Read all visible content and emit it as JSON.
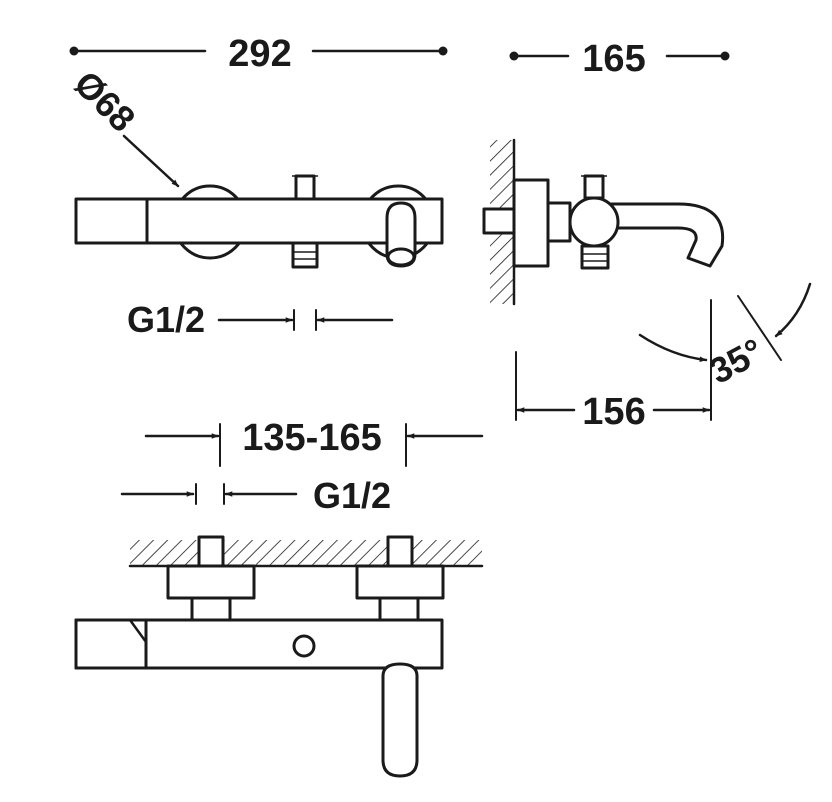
{
  "labels": {
    "width_total": "292",
    "depth_total": "165",
    "diameter": "Ø68",
    "thread_top": "G1/2",
    "projection": "156",
    "angle": "35°",
    "center_range": "135-165",
    "thread_bottom": "G1/2"
  },
  "colors": {
    "ink": "#1a1a1a",
    "paper": "#ffffff"
  }
}
